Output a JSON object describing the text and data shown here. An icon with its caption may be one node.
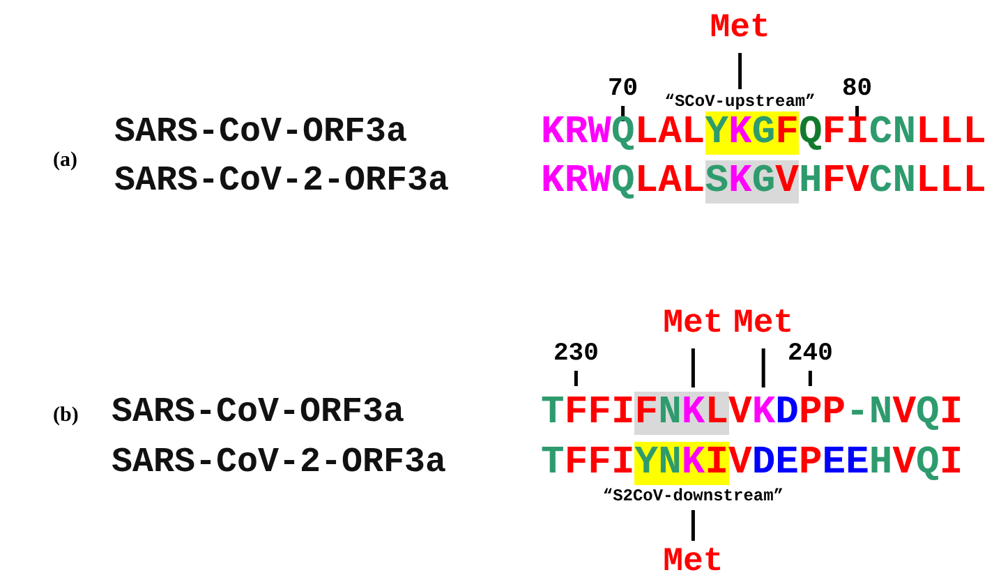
{
  "diagram": {
    "labels": [
      "Met",
      "70",
      "“SCoV-upstream”",
      "80",
      "(a)",
      "SARS-CoV-ORF3a",
      "KRWQLALYKGFQFICNLLL",
      "SARS-CoV-2-ORF3a",
      "KRWQLALSKGVHFVCNLLL",
      "Met",
      "Met",
      "230",
      "240",
      "(b)",
      "SARS-CoV-ORF3a",
      "TFFIFNKLVKDPP-NVQI",
      "SARS-CoV-2-ORF3a",
      "TFFIYNKIVDEPEEHVQI",
      "“S2CoV-downstream”",
      "Met"
    ]
  }
}
